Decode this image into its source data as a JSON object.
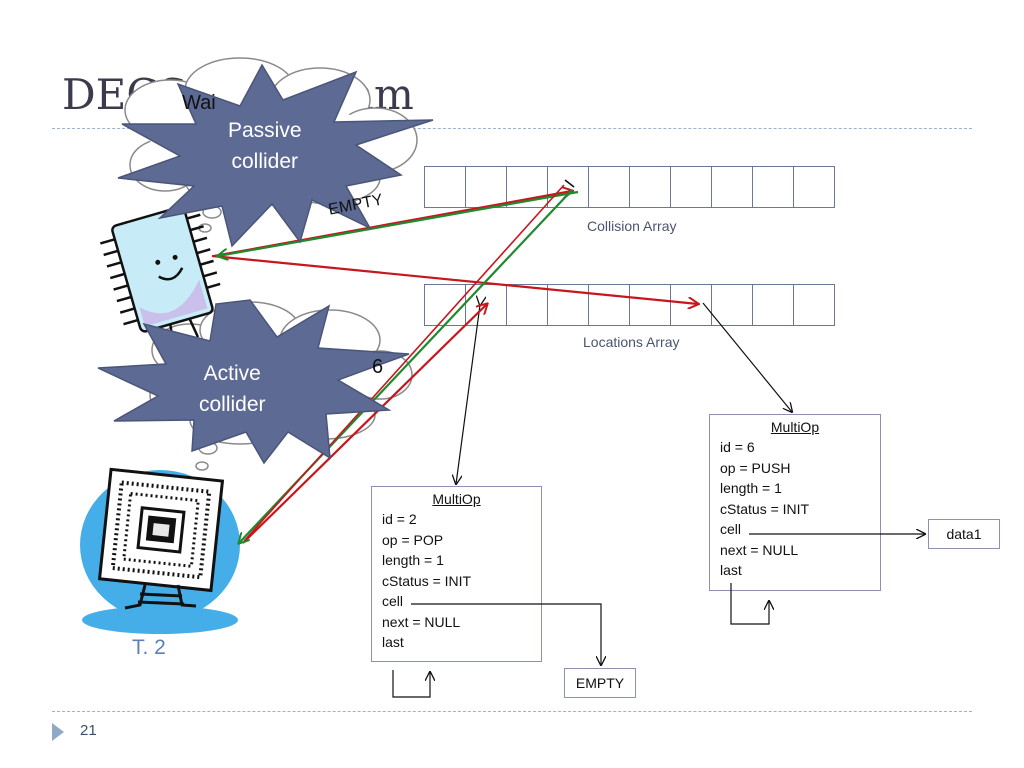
{
  "slide": {
    "title": "DECS Algorithm",
    "page_number": "21",
    "thread_label": "T. 2"
  },
  "thought_bubbles": {
    "top_partial_text": "Wai",
    "bottom_partial_text": "6"
  },
  "bursts": {
    "passive": [
      "Passive",
      "collider"
    ],
    "active": [
      "Active",
      "collider"
    ]
  },
  "arrays": {
    "collision": {
      "caption": "Collision Array",
      "cells": 10
    },
    "locations": {
      "caption": "Locations Array",
      "cells": 10
    }
  },
  "arrow_labels": {
    "empty": "EMPTY"
  },
  "multiop_left": {
    "header": "MultiOp",
    "lines": [
      "id = 2",
      "op = POP",
      "length = 1",
      "cStatus = INIT",
      "cell",
      "next = NULL",
      "last"
    ]
  },
  "multiop_right": {
    "header": "MultiOp",
    "lines": [
      "id = 6",
      "op = PUSH",
      "length = 1",
      "cStatus = INIT",
      "cell",
      "next = NULL",
      "last"
    ]
  },
  "cell_targets": {
    "left": "EMPTY",
    "right": "data1"
  },
  "colors": {
    "burst": "#5d6a94",
    "arrow_red": "#c8161d",
    "arrow_green": "#1f8a2e",
    "chip_blue": "#c7ecf7",
    "chip_splash": "#45aee8"
  }
}
